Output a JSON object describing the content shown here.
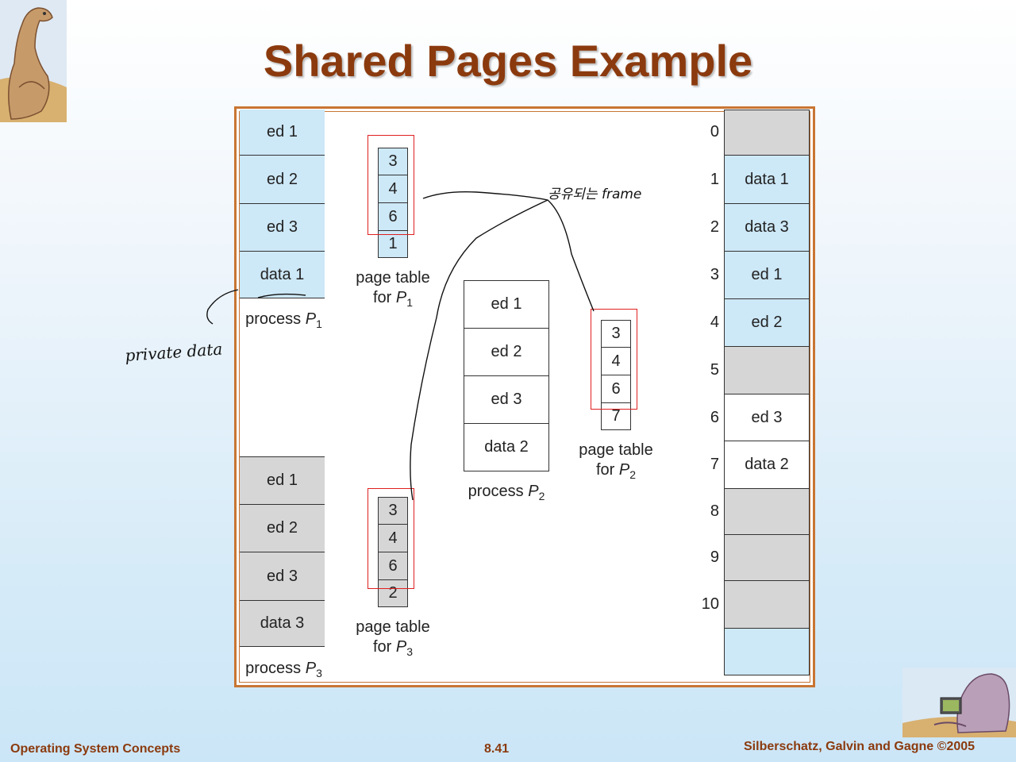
{
  "title": "Shared Pages Example",
  "process_p1": {
    "pages": [
      "ed 1",
      "ed 2",
      "ed 3",
      "data 1"
    ],
    "caption_prefix": "process ",
    "caption_var": "P",
    "caption_sub": "1"
  },
  "process_p3": {
    "pages": [
      "ed 1",
      "ed 2",
      "ed 3",
      "data 3"
    ],
    "caption_prefix": "process ",
    "caption_var": "P",
    "caption_sub": "3"
  },
  "process_p2": {
    "pages": [
      "ed 1",
      "ed 2",
      "ed 3",
      "data 2"
    ],
    "caption_prefix": "process ",
    "caption_var": "P",
    "caption_sub": "2"
  },
  "page_table_p1": {
    "entries": [
      "3",
      "4",
      "6",
      "1"
    ],
    "line1": "page table",
    "line2_prefix": "for ",
    "var": "P",
    "sub": "1"
  },
  "page_table_p2": {
    "entries": [
      "3",
      "4",
      "6",
      "7"
    ],
    "line1": "page table",
    "line2_prefix": "for ",
    "var": "P",
    "sub": "2"
  },
  "page_table_p3": {
    "entries": [
      "3",
      "4",
      "6",
      "2"
    ],
    "line1": "page table",
    "line2_prefix": "for ",
    "var": "P",
    "sub": "3"
  },
  "physical_memory": {
    "frame_numbers": [
      "0",
      "1",
      "2",
      "3",
      "4",
      "5",
      "6",
      "7",
      "8",
      "9",
      "10"
    ],
    "frames": [
      {
        "label": "",
        "fill": "gray"
      },
      {
        "label": "data 1",
        "fill": "blue"
      },
      {
        "label": "data 3",
        "fill": "blue"
      },
      {
        "label": "ed 1",
        "fill": "blue"
      },
      {
        "label": "ed 2",
        "fill": "blue"
      },
      {
        "label": "",
        "fill": "gray"
      },
      {
        "label": "ed 3",
        "fill": "white"
      },
      {
        "label": "data 2",
        "fill": "white"
      },
      {
        "label": "",
        "fill": "gray"
      },
      {
        "label": "",
        "fill": "gray"
      },
      {
        "label": "",
        "fill": "gray"
      },
      {
        "label": "",
        "fill": "blue"
      }
    ]
  },
  "handwriting": {
    "shared_frame_note": "공유되는 frame",
    "private_note": "private data"
  },
  "footer": {
    "left": "Operating System Concepts",
    "center": "8.41",
    "right": "Silberschatz, Galvin and Gagne ©2005"
  },
  "colors": {
    "title": "#8b3a0e",
    "blue_fill": "#cde8f7",
    "gray_fill": "#d6d6d6",
    "highlight": "#e02020",
    "frame_border": "#c87533"
  },
  "icons": [
    "dinosaur-logo-icon",
    "dinosaur-laptop-icon"
  ]
}
